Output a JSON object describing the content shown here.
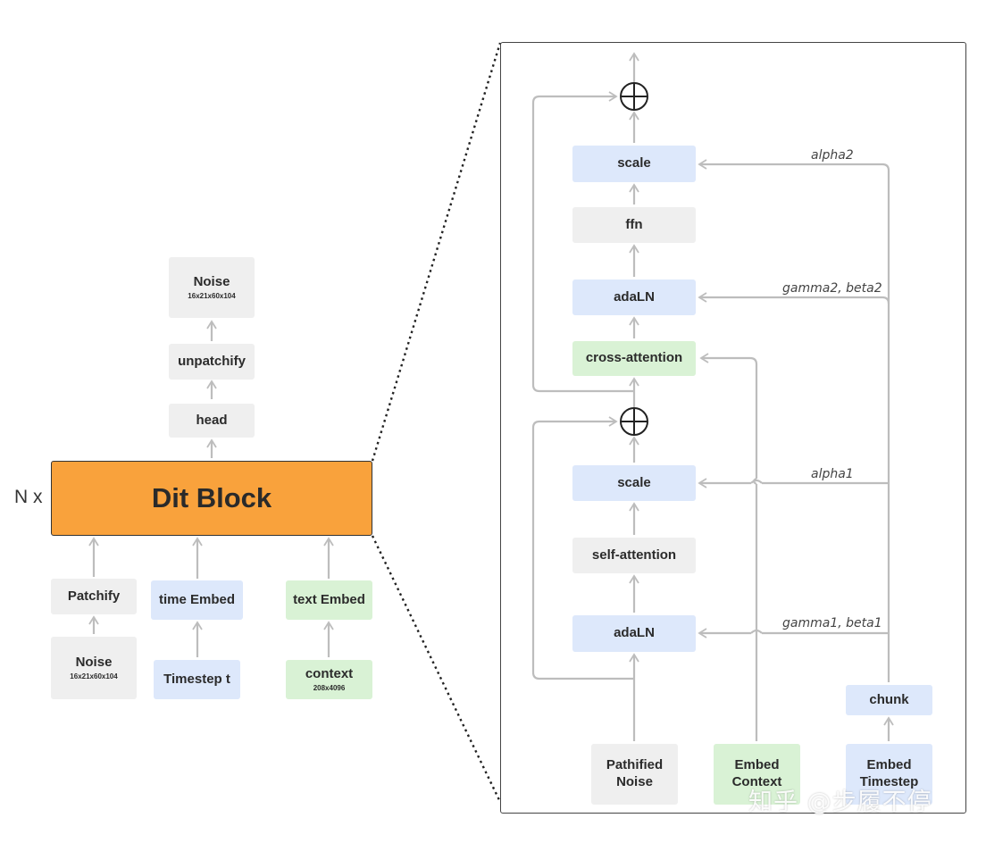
{
  "left": {
    "noise_top": {
      "title": "Noise",
      "shape": "16x21x60x104"
    },
    "unpatchify": "unpatchify",
    "head": "head",
    "dit_block": "Dit Block",
    "repeat": "N x",
    "patchify": "Patchify",
    "noise_in": {
      "title": "Noise",
      "shape": "16x21x60x104"
    },
    "time_embed": "time Embed",
    "timestep": "Timestep t",
    "text_embed": "text Embed",
    "context": {
      "title": "context",
      "shape": "208x4096"
    }
  },
  "detail": {
    "scale_top": "scale",
    "ffn": "ffn",
    "adaln_top": "adaLN",
    "cross_attention": "cross-attention",
    "scale_bottom": "scale",
    "self_attention": "self-attention",
    "adaln_bottom": "adaLN",
    "chunk": "chunk",
    "inputs": {
      "noise": "Pathified Noise",
      "context": "Embed Context",
      "timestep": "Embed Timestep"
    },
    "labels": {
      "alpha2": "alpha2",
      "gamma2_beta2": "gamma2, beta2",
      "alpha1": "alpha1",
      "gamma1_beta1": "gamma1, beta1"
    }
  },
  "watermark": "知乎 @步履不停",
  "colors": {
    "dit_block": "#f9a23c",
    "blue_box": "#dde8fb",
    "green_box": "#d9f2d5",
    "gray_box": "#efefef",
    "wire": "#bdbdbd"
  }
}
